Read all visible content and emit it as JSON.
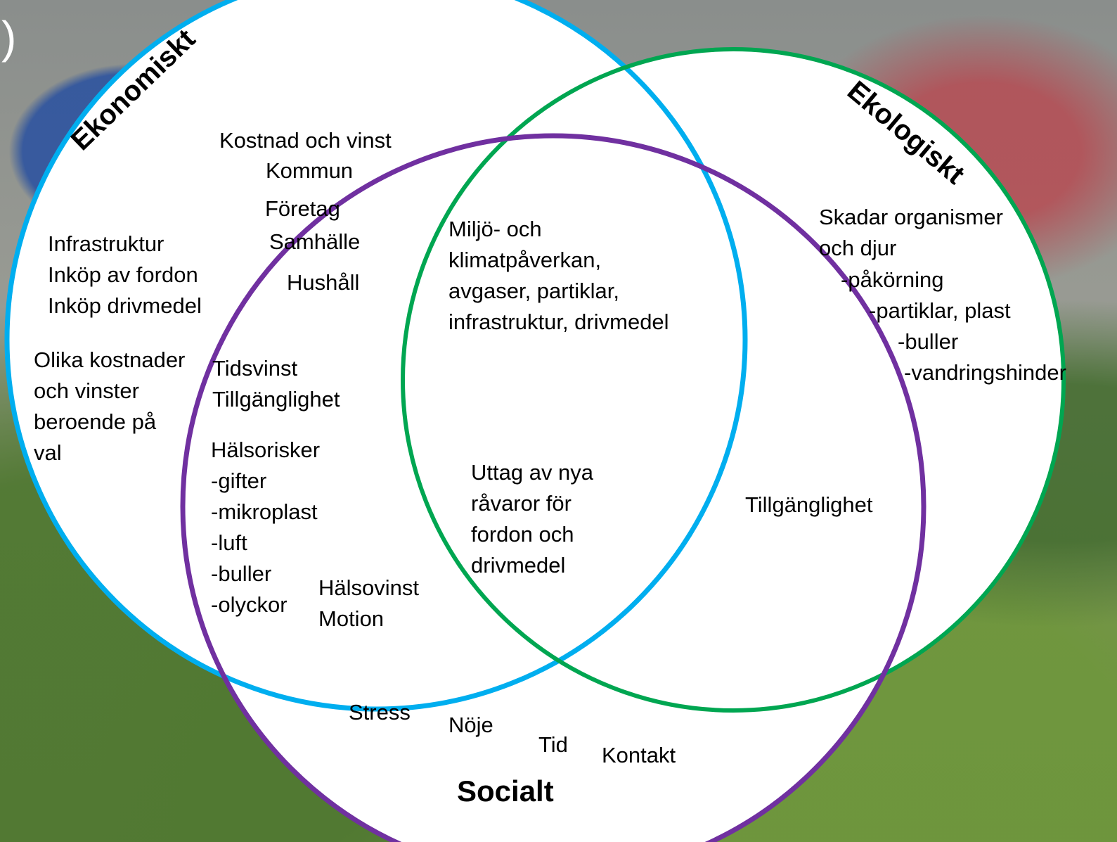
{
  "corner_glyph": ")",
  "colors": {
    "ekonomiskt_circle": "#00aeef",
    "ekologiskt_circle": "#00a651",
    "socialt_circle": "#7030a0",
    "fill": "#ffffff",
    "text": "#000000"
  },
  "sets": {
    "ekonomiskt": "Ekonomiskt",
    "ekologiskt": "Ekologiskt",
    "socialt": "Socialt"
  },
  "economic_text": {
    "kostnad": "Kostnad och vinst",
    "kommun": "Kommun",
    "foretag": "Företag",
    "samhalle": "Samhälle",
    "hushall": "Hushåll",
    "infra": "Infrastruktur\nInköp av fordon\nInköp drivmedel",
    "olika": "Olika kostnader\noch vinster\nberoende på\nval"
  },
  "eco_soc_overlap_text": {
    "tids": "Tidsvinst\nTillgänglighet",
    "halsorisker": "Hälsorisker\n-gifter\n-mikroplast\n-luft\n-buller\n-olyckor",
    "halsovinst": "Hälsovinst\nMotion"
  },
  "center_text": {
    "miljo": "Miljö- och\nklimatpåverkan,\navgaser, partiklar,\ninfrastruktur, drivmedel",
    "uttag": "Uttag av nya\nråvaror för\nfordon och\ndrivmedel"
  },
  "ecological_text": {
    "skadar": "Skadar organismer\noch djur",
    "pakorning": "-påkörning",
    "partiklar": "-partiklar, plast",
    "buller": "-buller",
    "vandring": "-vandringshinder"
  },
  "eco_social_overlap_text": {
    "tillganglighet": "Tillgänglighet"
  },
  "social_text": {
    "stress": "Stress",
    "noje": "Nöje",
    "tid": "Tid",
    "kontakt": "Kontakt"
  }
}
